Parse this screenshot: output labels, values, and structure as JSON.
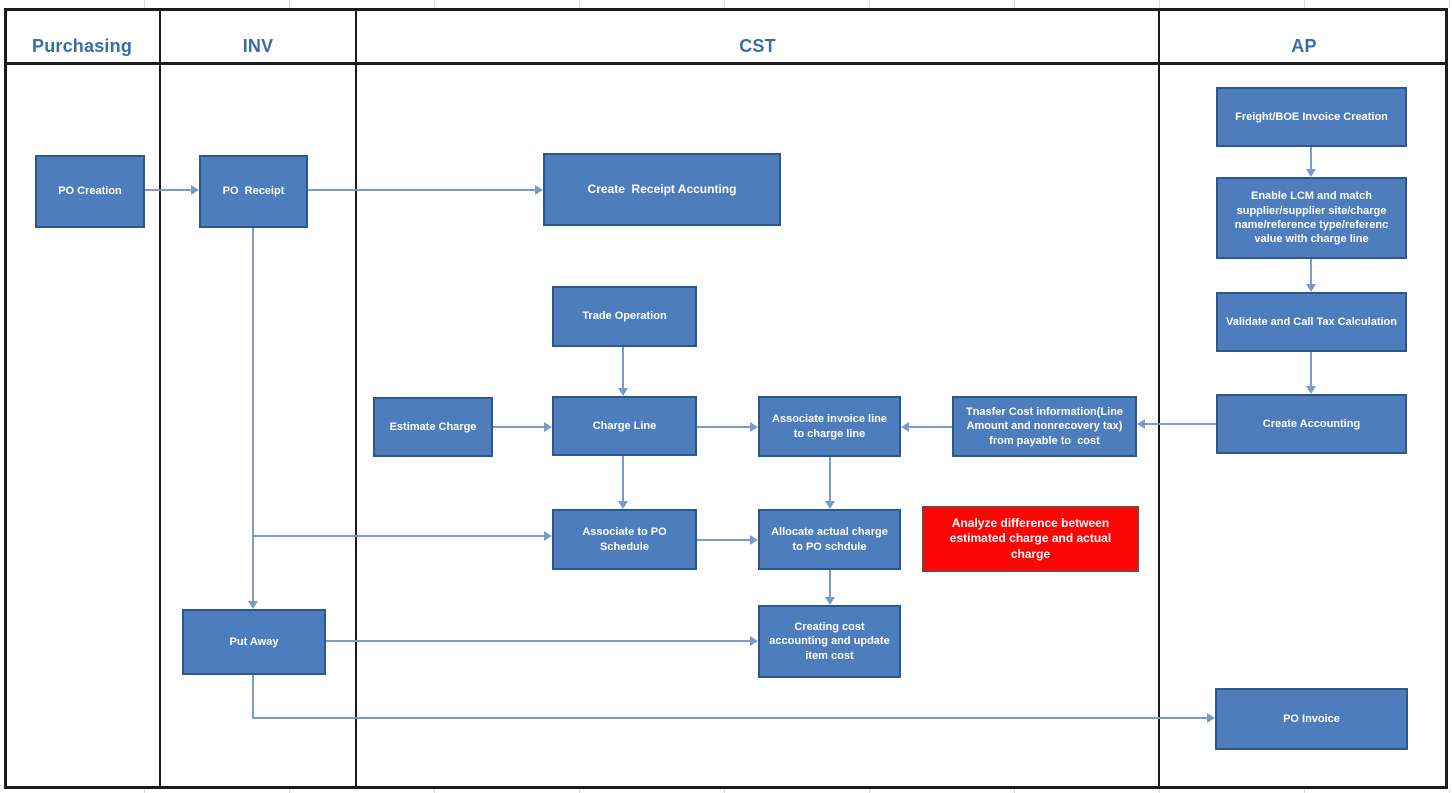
{
  "diagram": {
    "type": "swimlane-flowchart",
    "lanes": [
      {
        "label": "Purchasing"
      },
      {
        "label": "INV"
      },
      {
        "label": "CST"
      },
      {
        "label": "AP"
      }
    ],
    "nodes": {
      "po_creation": {
        "label": "PO Creation",
        "lane": "Purchasing"
      },
      "po_receipt": {
        "label": "PO  Receipt",
        "lane": "INV"
      },
      "put_away": {
        "label": "Put Away",
        "lane": "INV"
      },
      "create_receipt_accounting": {
        "label": "Create  Receipt Accunting",
        "lane": "CST"
      },
      "trade_operation": {
        "label": "Trade Operation",
        "lane": "CST"
      },
      "estimate_charge": {
        "label": "Estimate Charge",
        "lane": "CST"
      },
      "charge_line": {
        "label": "Charge Line",
        "lane": "CST"
      },
      "associate_invoice_line": {
        "label": "Associate invoice line to charge line",
        "lane": "CST"
      },
      "transfer_cost": {
        "label": "Tnasfer Cost information(Line Amount and nonrecovery tax) from payable to  cost",
        "lane": "CST"
      },
      "associate_po_schedule": {
        "label": "Associate to PO Schedule",
        "lane": "CST"
      },
      "allocate_actual_charge": {
        "label": "Allocate actual charge to PO schdule",
        "lane": "CST"
      },
      "analyze_difference": {
        "label": "Analyze difference between estimated charge and actual charge",
        "lane": "CST",
        "style": "alert"
      },
      "creating_cost_accounting": {
        "label": "Creating cost accounting and update item cost",
        "lane": "CST"
      },
      "freight_boe_invoice": {
        "label": "Freight/BOE Invoice Creation",
        "lane": "AP"
      },
      "enable_lcm": {
        "label": "Enable LCM and match supplier/supplier site/charge name/reference type/referenc value with charge line",
        "lane": "AP"
      },
      "validate_tax": {
        "label": "Validate and Call Tax Calculation",
        "lane": "AP"
      },
      "create_accounting": {
        "label": "Create Accounting",
        "lane": "AP"
      },
      "po_invoice": {
        "label": "PO Invoice",
        "lane": "AP"
      }
    },
    "edges": [
      "po_creation -> po_receipt",
      "po_receipt -> create_receipt_accounting",
      "po_receipt -> put_away",
      "po_receipt -> associate_po_schedule",
      "trade_operation -> charge_line",
      "estimate_charge -> charge_line",
      "charge_line -> associate_invoice_line",
      "charge_line -> associate_po_schedule",
      "transfer_cost -> associate_invoice_line",
      "create_accounting -> transfer_cost",
      "associate_invoice_line -> allocate_actual_charge",
      "associate_po_schedule -> allocate_actual_charge",
      "allocate_actual_charge -> creating_cost_accounting",
      "put_away -> creating_cost_accounting",
      "put_away -> po_invoice",
      "freight_boe_invoice -> enable_lcm",
      "enable_lcm -> validate_tax",
      "validate_tax -> create_accounting"
    ],
    "colors": {
      "node_fill": "#4d7dbc",
      "node_border": "#2c598c",
      "alert_fill": "#fe0505",
      "alert_border": "#8e3b3b",
      "connector": "#7b9ac8",
      "frame": "#1b1b1b",
      "lane_header_text": "#3a6cad"
    }
  }
}
